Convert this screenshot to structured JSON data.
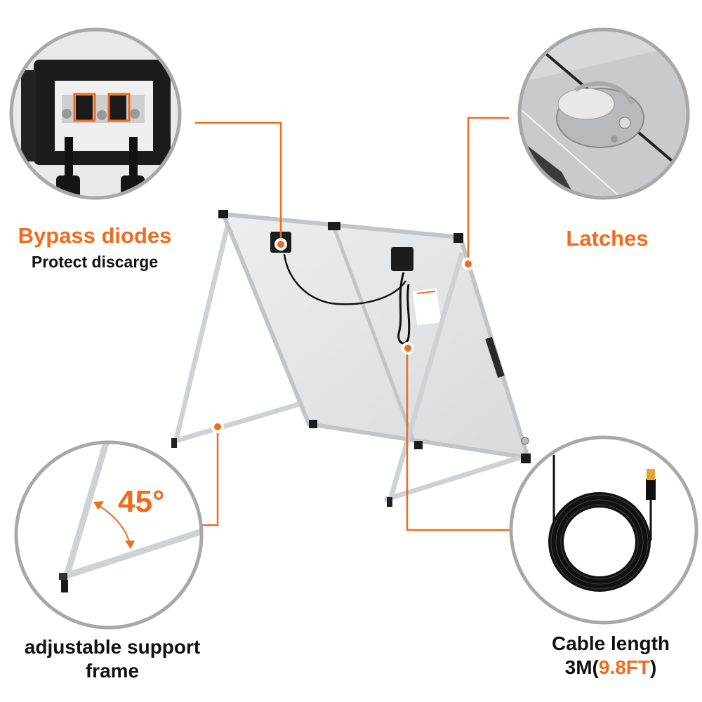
{
  "colors": {
    "accent": "#f26a1b",
    "text": "#111111",
    "circle_border": "#a8a8a8",
    "panel": "#e4e6e8",
    "frame": "#c9ccce",
    "black": "#1a1a1a"
  },
  "callouts": {
    "bypass": {
      "title": "Bypass diodes",
      "subtitle": "Protect discarge"
    },
    "latches": {
      "title": "Latches"
    },
    "frame": {
      "angle": "45°",
      "line1": "adjustable support",
      "line2": "frame"
    },
    "cable": {
      "line1": "Cable length",
      "length_m": "3M(",
      "length_ft": "9.8FT",
      "close": ")"
    }
  }
}
